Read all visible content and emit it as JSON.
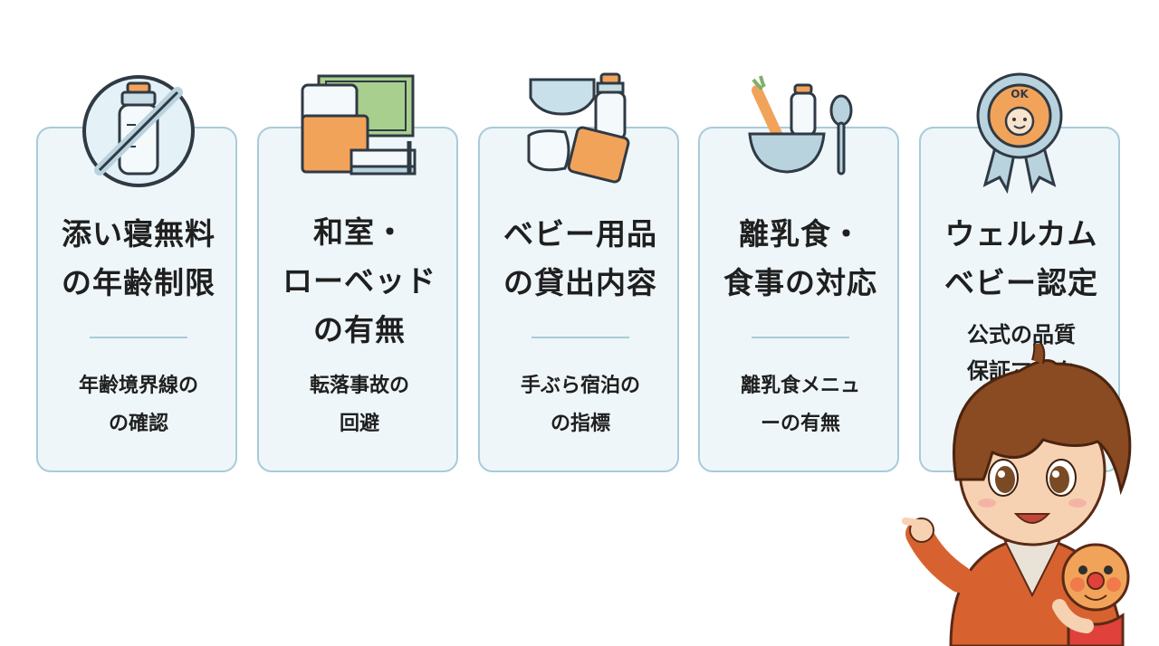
{
  "cards": [
    {
      "title_lines": [
        "添い寝無料",
        "の年齢制限"
      ],
      "sub_lines": [
        "年齢境界線の",
        "の確認"
      ],
      "icon": "no-baby-bottle-icon"
    },
    {
      "title_lines": [
        "和室・",
        "ローベッド",
        "の有無"
      ],
      "sub_lines": [
        "転落事故の",
        "回避"
      ],
      "icon": "futon-low-bed-icon"
    },
    {
      "title_lines": [
        "ベビー用品",
        "の貸出内容"
      ],
      "sub_lines": [
        "手ぶら宿泊の",
        "の指標"
      ],
      "icon": "baby-goods-icon"
    },
    {
      "title_lines": [
        "離乳食・",
        "食事の対応"
      ],
      "sub_lines": [
        "離乳食メニュ",
        "ーの有無"
      ],
      "icon": "baby-food-icon"
    },
    {
      "title_lines": [
        "ウェルカム",
        "ベビー認定"
      ],
      "sub_lines": [
        "公式の品質",
        "保証マーク"
      ],
      "icon": "ok-badge-icon"
    }
  ],
  "badge_text": "OK",
  "colors": {
    "card_bg": "#eef6f9",
    "card_border": "#a9cbd9",
    "accent_orange": "#f2a35a",
    "accent_green": "#a8cf8e"
  }
}
